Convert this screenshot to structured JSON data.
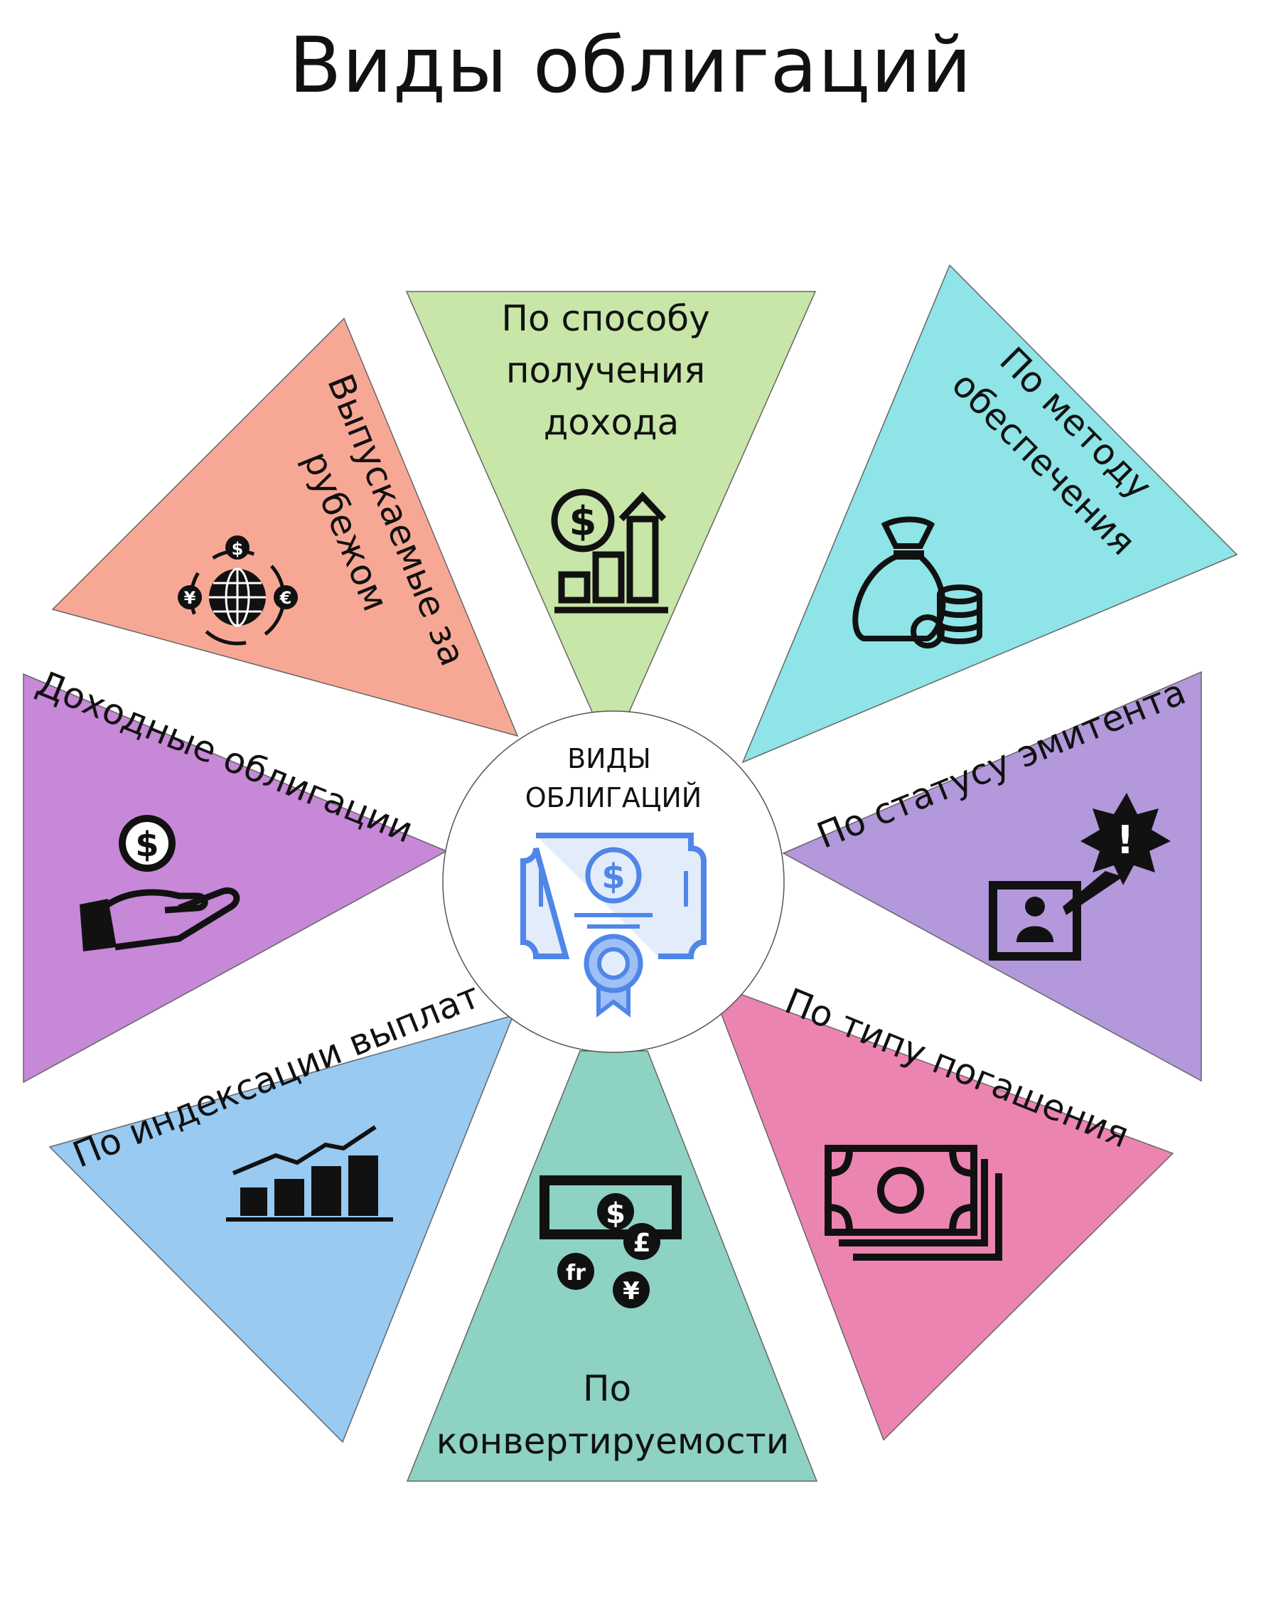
{
  "title": "Виды облигаций",
  "center": {
    "line1": "ВИДЫ",
    "line2": "ОБЛИГАЦИЙ",
    "icon": "bond-certificate-icon"
  },
  "segments": {
    "income_method": {
      "lines": [
        "По способу",
        "получения",
        "дохода"
      ],
      "color": "#c8e6a8",
      "icon": "dollar-growth-chart-icon"
    },
    "collateral": {
      "lines": [
        "По методу",
        "обеспечения"
      ],
      "color": "#8ee4e6",
      "icon": "money-bag-coins-icon"
    },
    "issuer_status": {
      "lines": [
        "По статусу эмитента"
      ],
      "color": "#b398dc",
      "icon": "person-alert-icon"
    },
    "repayment": {
      "lines": [
        "По типу погашения"
      ],
      "color": "#ec84b2",
      "icon": "banknotes-icon"
    },
    "convertibility": {
      "lines": [
        "По",
        "конвертируемости"
      ],
      "color": "#8dd2c3",
      "icon": "currency-exchange-icon"
    },
    "indexation": {
      "lines": [
        "По индексации выплат"
      ],
      "color": "#98caf2",
      "icon": "growth-bar-chart-icon"
    },
    "income_bonds": {
      "lines": [
        "Доходные облигации"
      ],
      "color": "#c788d8",
      "icon": "hand-dollar-icon"
    },
    "foreign": {
      "lines": [
        "Выпускаемые за",
        "рубежом"
      ],
      "color": "#f7a895",
      "icon": "globe-currencies-icon"
    }
  },
  "currency_symbols": {
    "dollar": "$",
    "euro": "€",
    "yen": "¥",
    "pound": "£",
    "franc": "fr",
    "alert": "!"
  }
}
